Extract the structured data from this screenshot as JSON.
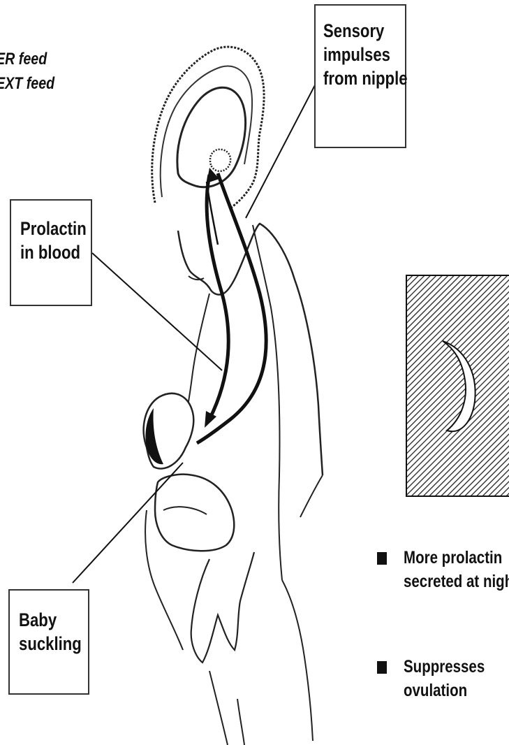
{
  "top_left_text": {
    "line1": "ER feed",
    "line2": "EXT feed"
  },
  "labels": {
    "sensory": {
      "line1": "Sensory",
      "line2": "impulses",
      "line3": "from nipple"
    },
    "prolactin": {
      "line1": "Prolactin",
      "line2": "in blood"
    },
    "baby": {
      "line1": "Baby",
      "line2": "suckling"
    }
  },
  "notes": [
    {
      "line1": "More prolactin",
      "line2": "secreted at night"
    },
    {
      "line1": "Suppresses",
      "line2": "ovulation"
    }
  ],
  "colors": {
    "ink": "#111111",
    "paper": "#ffffff"
  },
  "icons": [
    "bullet-square-icon",
    "moon-icon"
  ]
}
